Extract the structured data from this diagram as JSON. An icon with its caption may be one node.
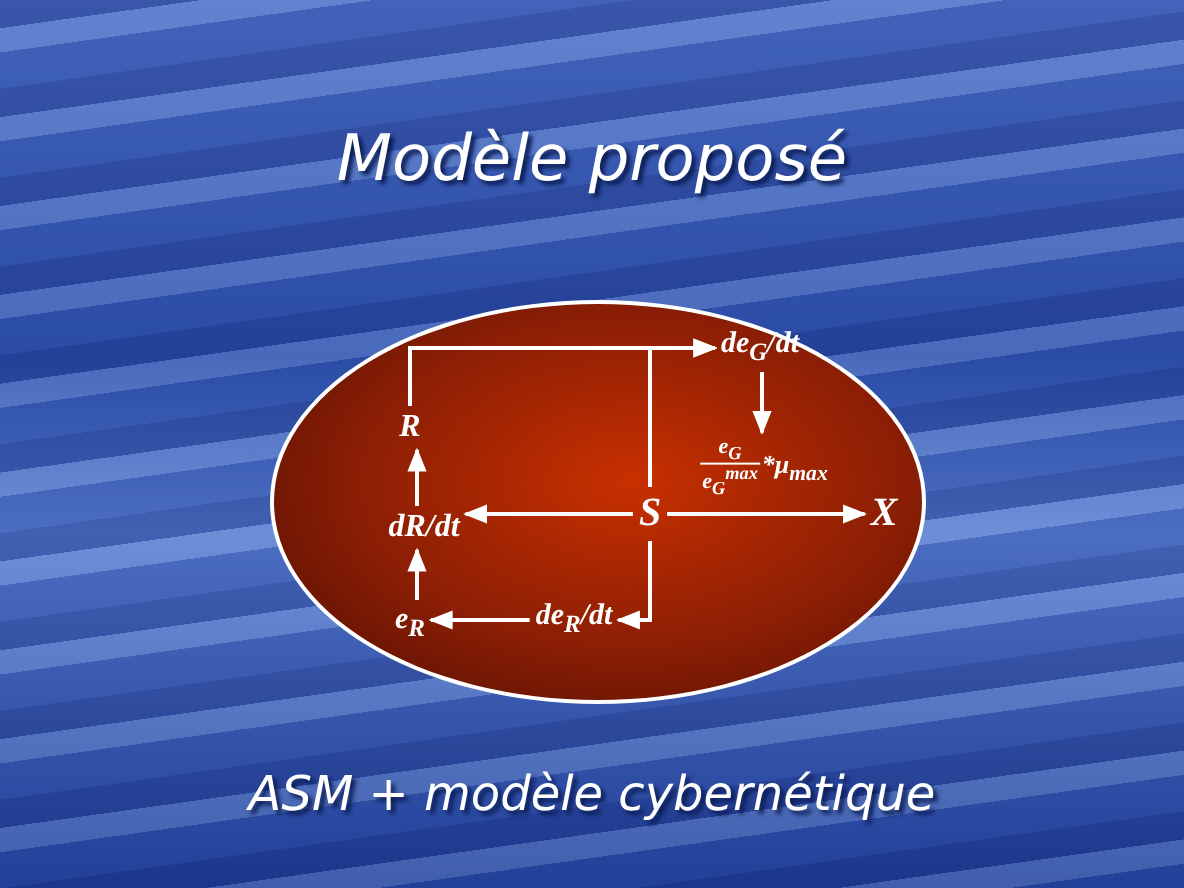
{
  "diagram": {
    "title": "Modèle proposé",
    "caption": "ASM + modèle cybernétique",
    "nodes": [
      {
        "text": [],
        "shape": "ellipse"
      },
      {
        "text": [
          "R"
        ],
        "in": 0
      },
      {
        "text": [
          "de$_{G}$/dt"
        ],
        "in": 0
      },
      {
        "text": [
          "e$_{G}$",
          "e$_{G}$$^{max}$",
          "*μ$_{max}$"
        ],
        "in": 0
      },
      {
        "text": [
          "S"
        ],
        "in": 0
      },
      {
        "text": [
          "X"
        ],
        "in": 0
      },
      {
        "text": [
          "dR/dt"
        ],
        "in": 0
      },
      {
        "text": [
          "e$_{R}$"
        ],
        "in": 0
      },
      {
        "text": [
          "de$_{R}$/dt"
        ],
        "in": 0
      }
    ],
    "edges": [
      {
        "from": 1,
        "to": 2,
        "arrow": "to"
      },
      {
        "from": 4,
        "to": 2,
        "arrow": "to"
      },
      {
        "from": 2,
        "to": 3,
        "arrow": "to"
      },
      {
        "from": 4,
        "to": 5,
        "arrow": "to"
      },
      {
        "from": 4,
        "to": 6,
        "arrow": "to"
      },
      {
        "from": 4,
        "to": 8,
        "arrow": "to"
      },
      {
        "from": 8,
        "to": 7,
        "arrow": "to"
      },
      {
        "from": 7,
        "to": 6,
        "arrow": "to"
      },
      {
        "from": 6,
        "to": 1,
        "arrow": "to"
      }
    ]
  }
}
